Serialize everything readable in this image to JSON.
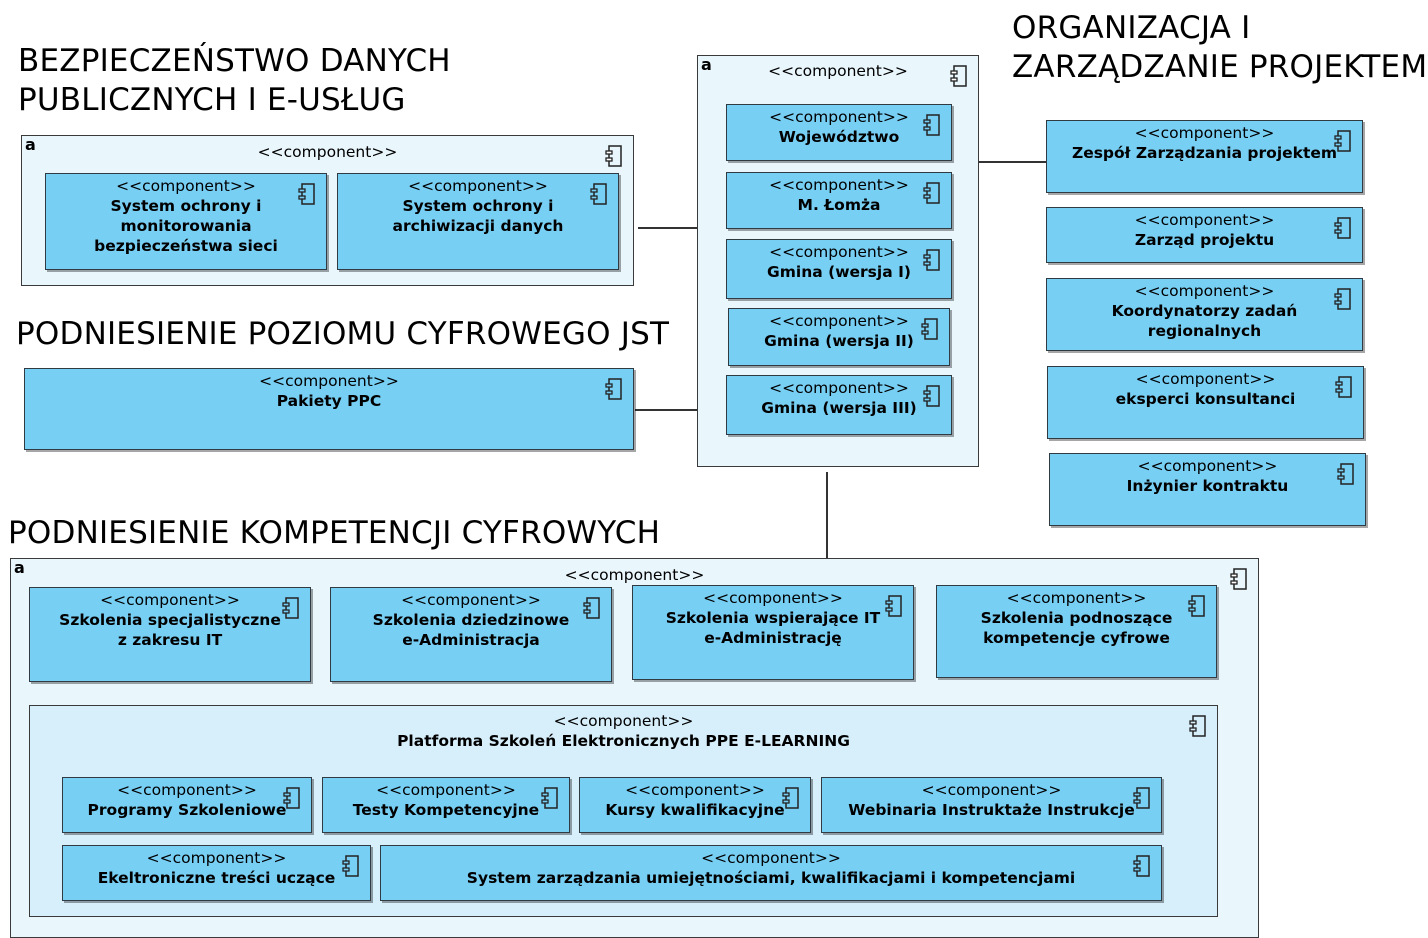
{
  "colors": {
    "component_fill": "#78cff4",
    "container_fill": "#e9f6fc",
    "inner_container_fill": "#d7effb"
  },
  "icons": {
    "component": "uml-component-icon",
    "container": "a-letter-icon"
  },
  "stereotype": "<<component>>",
  "container_marker": "a",
  "sections": {
    "security": {
      "line1": "BEZPIECZEŃSTWO DANYCH",
      "line2": "PUBLICZNYCH I E-USŁUG"
    },
    "digital_level": {
      "line1": "PODNIESIENIE POZIOMU CYFROWEGO JST"
    },
    "competences": {
      "line1": "PODNIESIENIE KOMPETENCJI CYFROWYCH"
    },
    "management": {
      "line1": "ORGANIZACJA I",
      "line2": "ZARZĄDZANIE PROJEKTEM"
    }
  },
  "security_group": {
    "stereotype": "<<component>>",
    "items": [
      {
        "stereotype": "<<component>>",
        "line1": "System ochrony i",
        "line2": "monitorowania",
        "line3": "bezpieczeństwa sieci"
      },
      {
        "stereotype": "<<component>>",
        "line1": "System ochrony i",
        "line2": "archiwizacji danych"
      }
    ]
  },
  "ppc": {
    "stereotype": "<<component>>",
    "name": "Pakiety PPC"
  },
  "central_group": {
    "stereotype": "<<component>>",
    "items": [
      {
        "stereotype": "<<component>>",
        "name": "Województwo"
      },
      {
        "stereotype": "<<component>>",
        "name": "M. Łomża"
      },
      {
        "stereotype": "<<component>>",
        "name": "Gmina (wersja I)"
      },
      {
        "stereotype": "<<component>>",
        "name": "Gmina (wersja II)"
      },
      {
        "stereotype": "<<component>>",
        "name": "Gmina (wersja III)"
      }
    ]
  },
  "management": {
    "items": [
      {
        "stereotype": "<<component>>",
        "line1": "Zespół Zarządzania projektem"
      },
      {
        "stereotype": "<<component>>",
        "line1": "Zarząd projektu"
      },
      {
        "stereotype": "<<component>>",
        "line1": "Koordynatorzy zadań",
        "line2": "regionalnych"
      },
      {
        "stereotype": "<<component>>",
        "line1": "eksperci konsultanci"
      },
      {
        "stereotype": "<<component>>",
        "line1": "Inżynier kontraktu"
      }
    ]
  },
  "competence_group": {
    "stereotype": "<<component>>",
    "trainings": [
      {
        "stereotype": "<<component>>",
        "line1": "Szkolenia specjalistyczne",
        "line2": "z zakresu IT"
      },
      {
        "stereotype": "<<component>>",
        "line1": "Szkolenia dziedzinowe",
        "line2": "e-Administracja"
      },
      {
        "stereotype": "<<component>>",
        "line1": "Szkolenia wspierające IT",
        "line2": "e-Administrację"
      },
      {
        "stereotype": "<<component>>",
        "line1": "Szkolenia podnoszące",
        "line2": "kompetencje cyfrowe"
      }
    ],
    "platform": {
      "stereotype": "<<component>>",
      "name": "Platforma Szkoleń Elektronicznych PPE E-LEARNING",
      "items": [
        {
          "stereotype": "<<component>>",
          "name": "Programy Szkoleniowe"
        },
        {
          "stereotype": "<<component>>",
          "name": "Testy Kompetencyjne"
        },
        {
          "stereotype": "<<component>>",
          "name": "Kursy kwalifikacyjne"
        },
        {
          "stereotype": "<<component>>",
          "name": "Webinaria Instruktaże Instrukcje"
        },
        {
          "stereotype": "<<component>>",
          "name": "Ekeltroniczne treści uczące"
        },
        {
          "stereotype": "<<component>>",
          "name": "System zarządzania umiejętnościami, kwalifikacjami i kompetencjami"
        }
      ]
    }
  }
}
